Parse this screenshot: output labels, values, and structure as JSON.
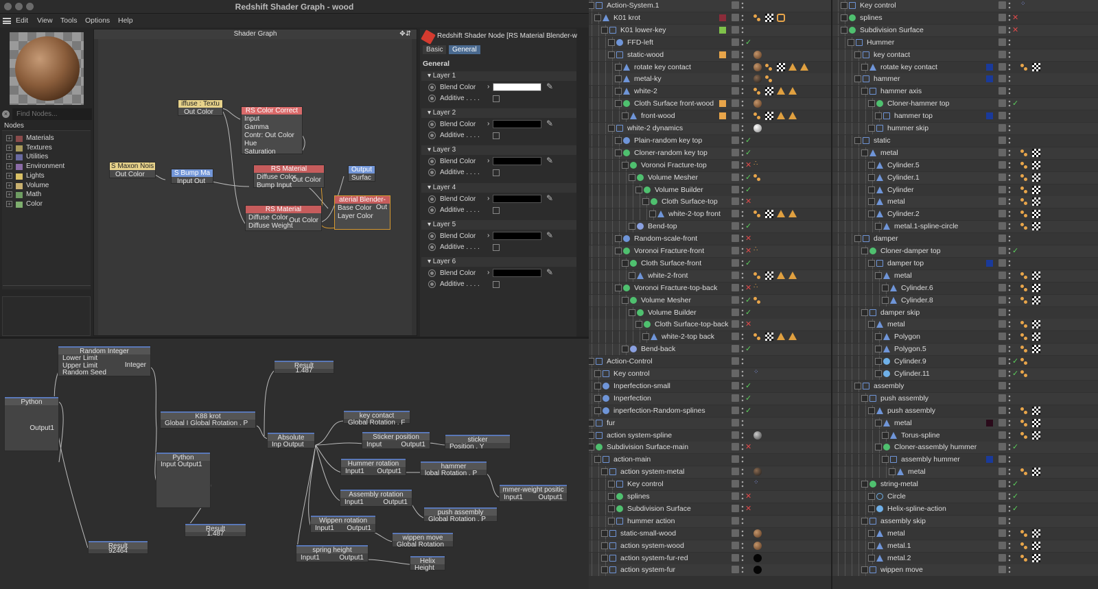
{
  "window": {
    "title": "Redshift Shader Graph - wood"
  },
  "menu": [
    "Edit",
    "View",
    "Tools",
    "Options",
    "Help"
  ],
  "find_placeholder": "Find Nodes...",
  "nodes_label": "Nodes",
  "categories": [
    {
      "label": "Materials",
      "color": "#8a4b4b"
    },
    {
      "label": "Textures",
      "color": "#a89a5c"
    },
    {
      "label": "Utilities",
      "color": "#6a6aa0"
    },
    {
      "label": "Environment",
      "color": "#8b6ba6"
    },
    {
      "label": "Lights",
      "color": "#d8c065"
    },
    {
      "label": "Volume",
      "color": "#c8b070"
    },
    {
      "label": "Math",
      "color": "#6e9c62"
    },
    {
      "label": "Color",
      "color": "#7eae6e"
    }
  ],
  "shader_graph": {
    "title": "Shader Graph",
    "nodes": [
      {
        "id": "n1",
        "title": "iffuse : Textu",
        "header": "#e7d28a",
        "ports": [
          "Out Color"
        ]
      },
      {
        "id": "n2",
        "title": "RS Color Correct",
        "header": "#d96a6a",
        "ports": [
          "Input",
          "Gamma",
          "Contr: Out Color",
          "Hue",
          "Saturation"
        ]
      },
      {
        "id": "n3",
        "title": "S Maxon Nois",
        "header": "#e7d28a",
        "ports": [
          "Out Color"
        ]
      },
      {
        "id": "n4",
        "title": "S Bump Ma",
        "header": "#7296d8",
        "ports": [
          "Input Out"
        ]
      },
      {
        "id": "n5",
        "title": "RS Material",
        "header": "#c65c5c",
        "ports": [
          "Diffuse Color",
          "Bump Input"
        ],
        "out": "Out Color"
      },
      {
        "id": "n6",
        "title": "Output",
        "header": "#7296d8",
        "ports": [
          "Surfac"
        ]
      },
      {
        "id": "n7",
        "title": "RS Material",
        "header": "#c65c5c",
        "ports": [
          "Diffuse Color",
          "Diffuse Weight"
        ],
        "out": "Out Color"
      },
      {
        "id": "n8",
        "title": "aterial Blender-",
        "header": "#c65c5c",
        "ports": [
          "Base Color",
          "Layer Color"
        ],
        "out": "Out"
      }
    ]
  },
  "inspector": {
    "header": "Redshift Shader Node [RS Material Blender-w",
    "tabs": [
      "Basic",
      "General"
    ],
    "section": "General",
    "layers": [
      {
        "name": "Layer 1",
        "color": "#ffffff"
      },
      {
        "name": "Layer 2",
        "color": "#000000"
      },
      {
        "name": "Layer 3",
        "color": "#000000"
      },
      {
        "name": "Layer 4",
        "color": "#000000"
      },
      {
        "name": "Layer 5",
        "color": "#000000"
      },
      {
        "name": "Layer 6",
        "color": "#000000"
      }
    ],
    "blend_label": "Blend Color",
    "additive_label": "Additive . . . ."
  },
  "xpresso": [
    {
      "title": "Random Integer",
      "ports": [
        "Lower Limit",
        "Upper Limit",
        "Random Seed"
      ],
      "out": "Integer"
    },
    {
      "title": "Python",
      "ports": [],
      "out": "Output1"
    },
    {
      "title": "K88 krot",
      "ports": [
        "Global I Global Rotation . P"
      ]
    },
    {
      "title": "Python",
      "ports": [
        "Input Output1"
      ]
    },
    {
      "title": "Result",
      "value": "1.487"
    },
    {
      "title": "Result",
      "value": "1.487"
    },
    {
      "title": "Result",
      "value": "92464"
    },
    {
      "title": "Absolute",
      "ports": [
        "Inp Output"
      ]
    },
    {
      "title": "key contact",
      "ports": [
        "Global Rotation . F"
      ]
    },
    {
      "title": "Sticker position",
      "ports": [
        "Input",
        "Output1"
      ]
    },
    {
      "title": "sticker",
      "ports": [
        "Position . Y"
      ]
    },
    {
      "title": "Hummer rotation",
      "ports": [
        "Input1",
        "Output1"
      ]
    },
    {
      "title": "hammer",
      "ports": [
        "lobal Rotation . P"
      ]
    },
    {
      "title": "mmer-weight positic",
      "ports": [
        "Input1",
        "Output1"
      ]
    },
    {
      "title": "Assembly rotation",
      "ports": [
        "Input1",
        "Output1"
      ]
    },
    {
      "title": "push assembly",
      "ports": [
        "Global Rotation . P"
      ]
    },
    {
      "title": "Wippen rotation",
      "ports": [
        "Input1",
        "Output1"
      ]
    },
    {
      "title": "wippen move",
      "ports": [
        "Global Rotation"
      ]
    },
    {
      "title": "spring height",
      "ports": [
        "Input1",
        "Output1"
      ]
    },
    {
      "title": "Helix",
      "ports": [
        "Height"
      ]
    }
  ],
  "tree_left": [
    {
      "d": 0,
      "label": "Action-System.1",
      "icon": "null",
      "tags": []
    },
    {
      "d": 1,
      "label": "K01 krot",
      "icon": "joint",
      "tags": [
        "dot",
        "checker",
        "eye"
      ],
      "color": "#8b2c3a"
    },
    {
      "d": 2,
      "label": "K01 lower-key",
      "icon": "null",
      "tags": [],
      "color": "#7fc24a"
    },
    {
      "d": 3,
      "label": "FFD-left",
      "icon": "ffd",
      "tags": [],
      "check": "green"
    },
    {
      "d": 3,
      "label": "static-wood",
      "icon": "null",
      "tags": [
        "wood"
      ],
      "color": "#e8a54a"
    },
    {
      "d": 4,
      "label": "rotate key contact",
      "icon": "joint",
      "tags": [
        "wood",
        "dot",
        "checker",
        "tri",
        "tri"
      ]
    },
    {
      "d": 4,
      "label": "metal-ky",
      "icon": "joint",
      "tags": [
        "dark",
        "dot"
      ]
    },
    {
      "d": 4,
      "label": "white-2",
      "icon": "joint",
      "tags": [
        "dot",
        "checker",
        "tri",
        "tri"
      ]
    },
    {
      "d": 4,
      "label": "Cloth Surface front-wood",
      "icon": "cloth",
      "tags": [
        "wood"
      ],
      "color": "#e8a54a"
    },
    {
      "d": 5,
      "label": "front-wood",
      "icon": "joint",
      "tags": [
        "dot",
        "checker",
        "tri",
        "tri"
      ],
      "color": "#e8a54a"
    },
    {
      "d": 3,
      "label": "white-2 dynamics",
      "icon": "null",
      "tags": [
        "white"
      ]
    },
    {
      "d": 4,
      "label": "Plain-random key top",
      "icon": "plain",
      "tags": [],
      "check": "green"
    },
    {
      "d": 4,
      "label": "Cloner-random key top",
      "icon": "cloner",
      "tags": [],
      "check": "green"
    },
    {
      "d": 5,
      "label": "Voronoi Fracture-top",
      "icon": "voronoi",
      "tags": [
        "dots"
      ],
      "check": "red"
    },
    {
      "d": 6,
      "label": "Volume Mesher",
      "icon": "volume",
      "tags": [
        "dot"
      ],
      "check": "green"
    },
    {
      "d": 7,
      "label": "Volume Builder",
      "icon": "volume",
      "tags": [],
      "check": "green"
    },
    {
      "d": 8,
      "label": "Cloth Surface-top",
      "icon": "cloth",
      "tags": [],
      "check": "red"
    },
    {
      "d": 9,
      "label": "white-2-top front",
      "icon": "joint",
      "tags": [
        "dot",
        "checker",
        "tri",
        "tri"
      ]
    },
    {
      "d": 6,
      "label": "Bend-top",
      "icon": "bend",
      "tags": [],
      "check": "green"
    },
    {
      "d": 4,
      "label": "Random-scale-front",
      "icon": "plain",
      "tags": [],
      "check": "red"
    },
    {
      "d": 4,
      "label": "Voronoi Fracture-front",
      "icon": "voronoi",
      "tags": [
        "dots"
      ],
      "check": "red"
    },
    {
      "d": 5,
      "label": "Cloth Surface-front",
      "icon": "cloth",
      "tags": [],
      "check": "green"
    },
    {
      "d": 6,
      "label": "white-2-front",
      "icon": "joint",
      "tags": [
        "dot",
        "checker",
        "tri",
        "tri"
      ]
    },
    {
      "d": 4,
      "label": "Voronoi Fracture-top-back",
      "icon": "voronoi",
      "tags": [
        "dots"
      ],
      "check": "red"
    },
    {
      "d": 5,
      "label": "Volume Mesher",
      "icon": "volume",
      "tags": [
        "dot"
      ],
      "check": "green"
    },
    {
      "d": 6,
      "label": "Volume Builder",
      "icon": "volume",
      "tags": [],
      "check": "green"
    },
    {
      "d": 7,
      "label": "Cloth Surface-top-back",
      "icon": "cloth",
      "tags": [],
      "check": "red"
    },
    {
      "d": 8,
      "label": "white-2-top back",
      "icon": "joint",
      "tags": [
        "dot",
        "checker",
        "tri",
        "tri"
      ]
    },
    {
      "d": 5,
      "label": "Bend-back",
      "icon": "bend",
      "tags": [],
      "check": "green"
    },
    {
      "d": 0,
      "label": "Action-Control",
      "icon": "null",
      "tags": []
    },
    {
      "d": 1,
      "label": "Key control",
      "icon": "null",
      "tags": [
        "xp"
      ]
    },
    {
      "d": 1,
      "label": "Inperfection-small",
      "icon": "plain",
      "tags": [],
      "check": "green"
    },
    {
      "d": 1,
      "label": "Inperfection",
      "icon": "plain",
      "tags": [],
      "check": "green"
    },
    {
      "d": 1,
      "label": "inperfection-Random-splines",
      "icon": "plain",
      "tags": [],
      "check": "green"
    },
    {
      "d": 0,
      "label": "fur",
      "icon": "null",
      "tags": []
    },
    {
      "d": 0,
      "label": "action system-spline",
      "icon": "null",
      "tags": [
        "grey"
      ]
    },
    {
      "d": 0,
      "label": "Subdivision Surface-main",
      "icon": "subd",
      "tags": [],
      "check": "red"
    },
    {
      "d": 1,
      "label": "action-main",
      "icon": "null",
      "tags": []
    },
    {
      "d": 2,
      "label": "action system-metal",
      "icon": "null",
      "tags": [
        "dark"
      ]
    },
    {
      "d": 3,
      "label": "Key control",
      "icon": "null",
      "tags": [
        "xp"
      ]
    },
    {
      "d": 3,
      "label": "splines",
      "icon": "cloner",
      "tags": [],
      "check": "red"
    },
    {
      "d": 3,
      "label": "Subdivision Surface",
      "icon": "subd",
      "tags": [],
      "check": "red"
    },
    {
      "d": 3,
      "label": "hummer action",
      "icon": "null",
      "tags": []
    },
    {
      "d": 2,
      "label": "static-small-wood",
      "icon": "null",
      "tags": [
        "wood"
      ]
    },
    {
      "d": 2,
      "label": "action system-wood",
      "icon": "null",
      "tags": [
        "wood"
      ]
    },
    {
      "d": 2,
      "label": "action system-fur-red",
      "icon": "null",
      "tags": [
        "black"
      ]
    },
    {
      "d": 2,
      "label": "action system-fur",
      "icon": "null",
      "tags": [
        "black"
      ]
    }
  ],
  "tree_right": [
    {
      "d": 1,
      "label": "Key control",
      "icon": "null",
      "tags": [
        "xp"
      ]
    },
    {
      "d": 1,
      "label": "splines",
      "icon": "cloner",
      "tags": [],
      "check": "red"
    },
    {
      "d": 1,
      "label": "Subdivision Surface",
      "icon": "subd",
      "tags": [],
      "check": "red"
    },
    {
      "d": 2,
      "label": "Hummer",
      "icon": "null",
      "tags": []
    },
    {
      "d": 3,
      "label": "key contact",
      "icon": "null",
      "tags": []
    },
    {
      "d": 4,
      "label": "rotate key contact",
      "icon": "joint",
      "tags": [
        "dot",
        "checker"
      ],
      "color": "#1a3a9a"
    },
    {
      "d": 3,
      "label": "hammer",
      "icon": "null",
      "tags": [],
      "color": "#1a3a9a"
    },
    {
      "d": 4,
      "label": "hammer axis",
      "icon": "null",
      "tags": []
    },
    {
      "d": 5,
      "label": "Cloner-hammer top",
      "icon": "cloner",
      "tags": [],
      "check": "green"
    },
    {
      "d": 6,
      "label": "hammer top",
      "icon": "null",
      "tags": [],
      "color": "#1a3a9a"
    },
    {
      "d": 5,
      "label": "hummer skip",
      "icon": "null",
      "tags": []
    },
    {
      "d": 3,
      "label": "static",
      "icon": "null",
      "tags": []
    },
    {
      "d": 4,
      "label": "metal",
      "icon": "joint",
      "tags": [
        "dot",
        "checker"
      ]
    },
    {
      "d": 5,
      "label": "Cylinder.5",
      "icon": "joint",
      "tags": [
        "dot",
        "checker"
      ]
    },
    {
      "d": 5,
      "label": "Cylinder.1",
      "icon": "joint",
      "tags": [
        "dot",
        "checker"
      ]
    },
    {
      "d": 5,
      "label": "Cylinder",
      "icon": "joint",
      "tags": [
        "dot",
        "checker"
      ]
    },
    {
      "d": 5,
      "label": "metal",
      "icon": "joint",
      "tags": [
        "dot",
        "checker"
      ]
    },
    {
      "d": 5,
      "label": "Cylinder.2",
      "icon": "joint",
      "tags": [
        "dot",
        "checker"
      ]
    },
    {
      "d": 6,
      "label": "metal.1-spline-circle",
      "icon": "joint",
      "tags": [
        "dot",
        "checker"
      ]
    },
    {
      "d": 3,
      "label": "damper",
      "icon": "null",
      "tags": []
    },
    {
      "d": 4,
      "label": "Cloner-damper top",
      "icon": "cloner",
      "tags": [],
      "check": "green"
    },
    {
      "d": 5,
      "label": "damper top",
      "icon": "null",
      "tags": [],
      "color": "#1a3a9a"
    },
    {
      "d": 6,
      "label": "metal",
      "icon": "joint",
      "tags": [
        "dot",
        "checker"
      ]
    },
    {
      "d": 7,
      "label": "Cylinder.6",
      "icon": "joint",
      "tags": [
        "dot",
        "checker"
      ]
    },
    {
      "d": 7,
      "label": "Cylinder.8",
      "icon": "joint",
      "tags": [
        "dot",
        "checker"
      ]
    },
    {
      "d": 4,
      "label": "damper skip",
      "icon": "null",
      "tags": []
    },
    {
      "d": 5,
      "label": "metal",
      "icon": "joint",
      "tags": [
        "dot",
        "checker"
      ]
    },
    {
      "d": 6,
      "label": "Polygon",
      "icon": "joint",
      "tags": [
        "dot",
        "checker"
      ]
    },
    {
      "d": 6,
      "label": "Polygon.5",
      "icon": "joint",
      "tags": [
        "dot",
        "checker"
      ]
    },
    {
      "d": 6,
      "label": "Cylinder.9",
      "icon": "cyl",
      "tags": [
        "dot"
      ],
      "check": "green"
    },
    {
      "d": 6,
      "label": "Cylinder.11",
      "icon": "cyl",
      "tags": [
        "dot"
      ],
      "check": "green"
    },
    {
      "d": 3,
      "label": "assembly",
      "icon": "null",
      "tags": []
    },
    {
      "d": 4,
      "label": "push assembly",
      "icon": "null",
      "tags": []
    },
    {
      "d": 5,
      "label": "push assembly",
      "icon": "joint",
      "tags": [
        "dot",
        "checker"
      ]
    },
    {
      "d": 6,
      "label": "metal",
      "icon": "joint",
      "tags": [
        "dot",
        "checker"
      ],
      "color": "#2a0a1a"
    },
    {
      "d": 7,
      "label": "Torus-spline",
      "icon": "joint",
      "tags": [
        "dot",
        "checker"
      ]
    },
    {
      "d": 6,
      "label": "Cloner-assembly hummer",
      "icon": "cloner",
      "tags": [],
      "check": "green"
    },
    {
      "d": 7,
      "label": "assembly hummer",
      "icon": "null",
      "tags": [],
      "color": "#1a3a9a"
    },
    {
      "d": 8,
      "label": "metal",
      "icon": "joint",
      "tags": [
        "dot",
        "checker"
      ]
    },
    {
      "d": 4,
      "label": "string-metal",
      "icon": "sweep",
      "tags": [],
      "check": "green"
    },
    {
      "d": 5,
      "label": "Circle",
      "icon": "circle",
      "tags": [],
      "check": "green"
    },
    {
      "d": 5,
      "label": "Helix-spline-action",
      "icon": "helix",
      "tags": [],
      "check": "green"
    },
    {
      "d": 4,
      "label": "assembly skip",
      "icon": "null",
      "tags": []
    },
    {
      "d": 5,
      "label": "metal",
      "icon": "joint",
      "tags": [
        "dot",
        "checker"
      ]
    },
    {
      "d": 5,
      "label": "metal.1",
      "icon": "joint",
      "tags": [
        "dot",
        "checker"
      ]
    },
    {
      "d": 5,
      "label": "metal.2",
      "icon": "joint",
      "tags": [
        "dot",
        "checker"
      ]
    },
    {
      "d": 4,
      "label": "wippen move",
      "icon": "null",
      "tags": []
    }
  ]
}
